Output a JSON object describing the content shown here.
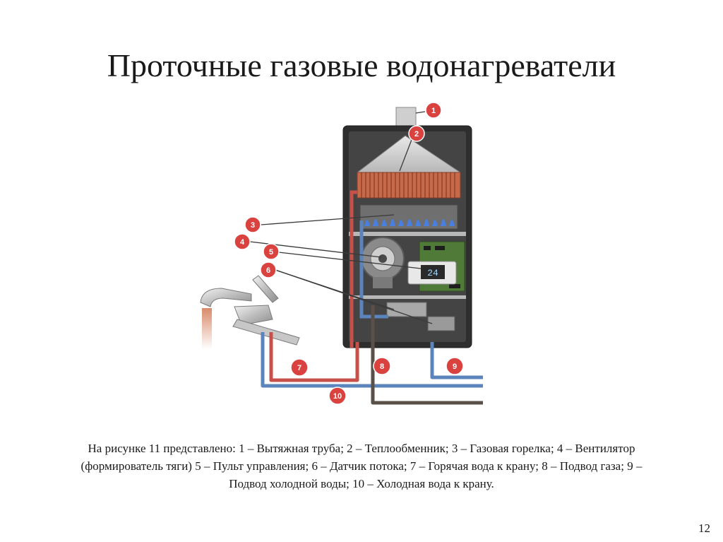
{
  "title": "Проточные газовые водонагреватели",
  "diagram": {
    "markers": [
      "1",
      "2",
      "3",
      "4",
      "5",
      "6",
      "7",
      "8",
      "9",
      "10"
    ],
    "display_readout": "24",
    "colors": {
      "marker": "#d9423f",
      "hot_pipe": "#c8504a",
      "cold_pipe": "#5b84bd",
      "gas_pipe": "#5a5048",
      "case": "#2a2a2a",
      "board": "#4f7a38"
    }
  },
  "caption": "На рисунке 11 представлено: 1 – Вытяжная труба; 2 – Теплообменник; 3 – Газовая горелка; 4 – Вентилятор (формирователь тяги) 5 – Пульт управления; 6 – Датчик потока; 7 – Горячая вода к крану; 8 – Подвод газа; 9 – Подвод холодной воды; 10 – Холодная вода к крану.",
  "page_number": "12"
}
